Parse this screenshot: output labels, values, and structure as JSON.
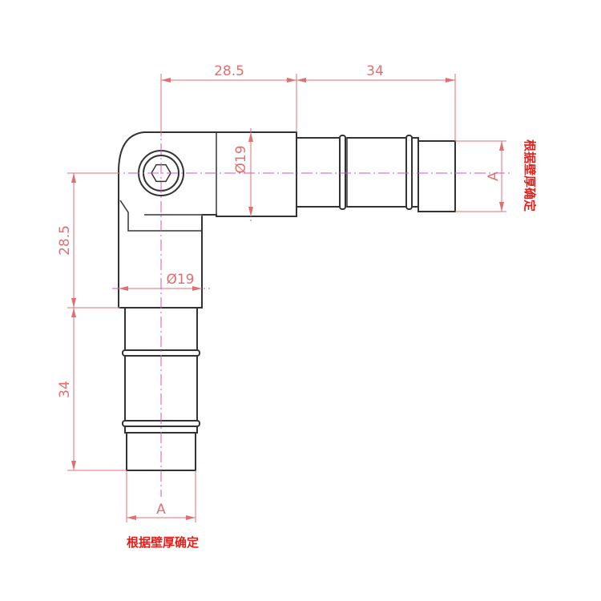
{
  "dimensions": {
    "top_left": "28.5",
    "top_right": "34",
    "diameter_horizontal": "Ø19",
    "diameter_vertical": "Ø19",
    "left_upper": "28.5",
    "left_lower": "34",
    "label_right": "A",
    "label_bottom": "A"
  },
  "notes": {
    "right": "根据壁厚确定",
    "bottom": "根据壁厚确定"
  },
  "colors": {
    "outline": "#333333",
    "dimension": "#e07070",
    "centerline": "#d64fd6",
    "note": "#e0201a"
  }
}
